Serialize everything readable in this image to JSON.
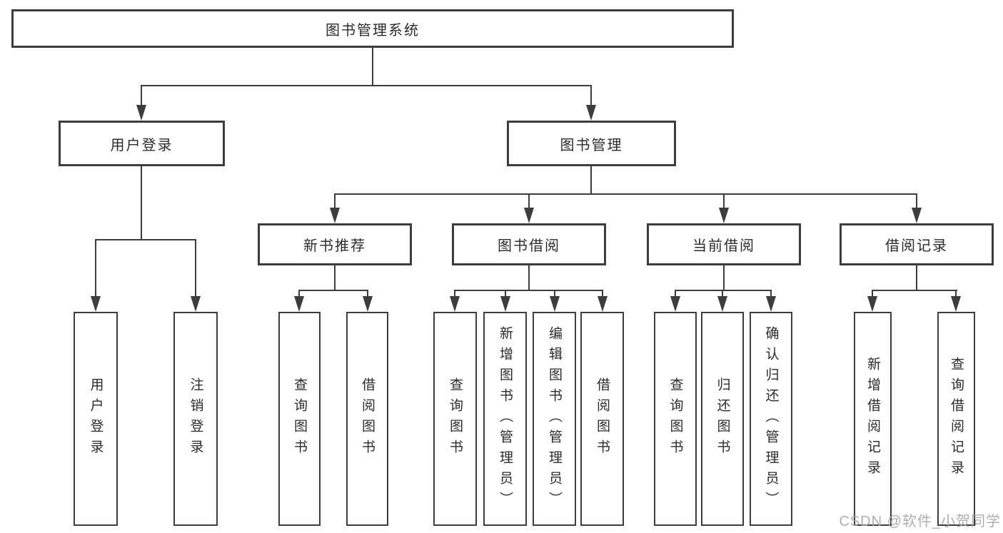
{
  "diagram_type": "hierarchy-tree",
  "nodes": {
    "root": "图书管理系统",
    "level2": {
      "user_login": "用户登录",
      "book_management": "图书管理"
    },
    "level3": {
      "new_book_recommend": "新书推荐",
      "book_borrow": "图书借阅",
      "current_borrow": "当前借阅",
      "borrow_records": "借阅记录"
    },
    "leaves": {
      "user_login": "用户登录",
      "logout": "注销登录",
      "recommend_query_books": "查询图书",
      "recommend_borrow_books": "借阅图书",
      "borrow_query_books": "查询图书",
      "borrow_add_books_admin": "新增图书（管理员）",
      "borrow_edit_books_admin": "编辑图书（管理员）",
      "borrow_borrow_books": "借阅图书",
      "current_query_books": "查询图书",
      "current_return_books": "归还图书",
      "current_confirm_return_admin": "确认归还（管理员）",
      "records_add_record": "新增借阅记录",
      "records_query_record": "查询借阅记录"
    }
  },
  "watermark": "CSDN @软件_小贺同学",
  "colors": {
    "line": "#3d3d3d",
    "text": "#2b2b2b",
    "box_background": "#ffffff",
    "watermark": "#a6a6a6"
  }
}
